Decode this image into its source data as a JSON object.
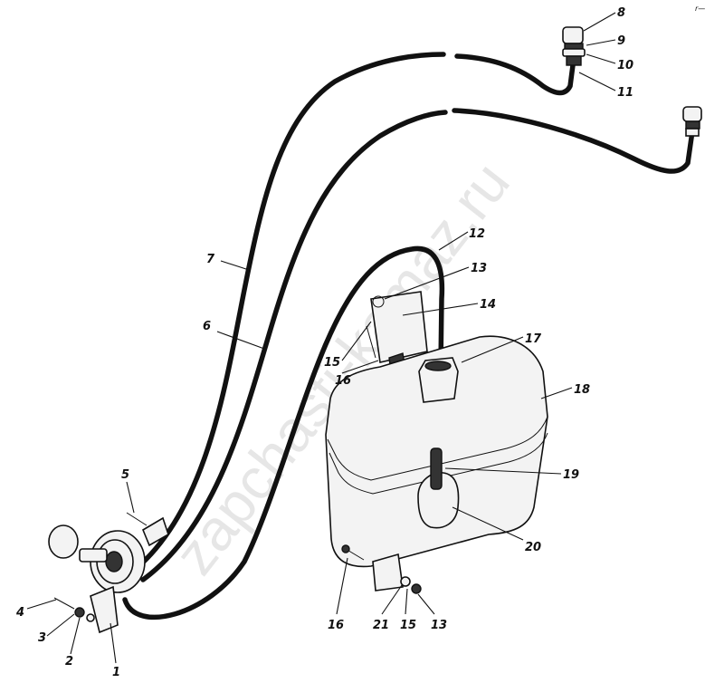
{
  "watermark": "zapchasti-kamaz.ru",
  "corner_mark": "r—",
  "callouts": [
    {
      "id": "1",
      "text": "1"
    },
    {
      "id": "2",
      "text": "2"
    },
    {
      "id": "3",
      "text": "3"
    },
    {
      "id": "4",
      "text": "4"
    },
    {
      "id": "5",
      "text": "5"
    },
    {
      "id": "6",
      "text": "6"
    },
    {
      "id": "7",
      "text": "7"
    },
    {
      "id": "8",
      "text": "8"
    },
    {
      "id": "9",
      "text": "9"
    },
    {
      "id": "10",
      "text": "10"
    },
    {
      "id": "11",
      "text": "11"
    },
    {
      "id": "12",
      "text": "12"
    },
    {
      "id": "13a",
      "text": "13"
    },
    {
      "id": "14",
      "text": "14"
    },
    {
      "id": "15a",
      "text": "15"
    },
    {
      "id": "16a",
      "text": "16"
    },
    {
      "id": "17",
      "text": "17"
    },
    {
      "id": "18",
      "text": "18"
    },
    {
      "id": "19",
      "text": "19"
    },
    {
      "id": "20",
      "text": "20"
    },
    {
      "id": "16b",
      "text": "16"
    },
    {
      "id": "21",
      "text": "21"
    },
    {
      "id": "15b",
      "text": "15"
    },
    {
      "id": "13b",
      "text": "13"
    }
  ]
}
